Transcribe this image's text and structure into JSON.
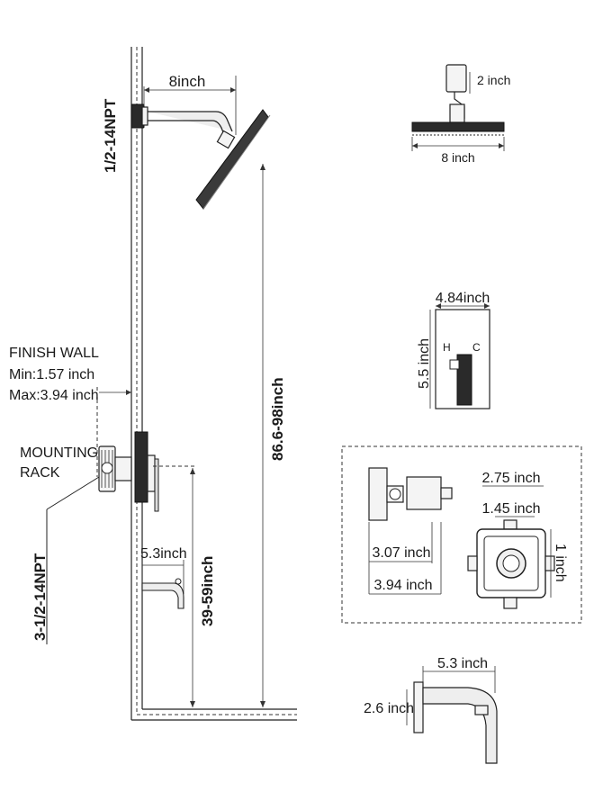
{
  "labels": {
    "inlet_top": "1/2-14NPT",
    "arm_length": "8inch",
    "finish_wall_title": "FINISH WALL",
    "finish_wall_min": "Min:1.57 inch",
    "finish_wall_max": "Max:3.94 inch",
    "mounting_rack_1": "MOUNTING",
    "mounting_rack_2": "RACK",
    "inlet_bottom": "3-1/2-14NPT",
    "spout_reach": "5.3inch",
    "valve_height": "39-59inch",
    "head_height": "86.6-98inch"
  },
  "shower_head": {
    "height": "2 inch",
    "width": "8 inch"
  },
  "trim_plate": {
    "width": "4.84inch",
    "height": "5.5 inch",
    "hot": "H",
    "cold": "C",
    "hot_color": "#e02020",
    "cold_color": "#20a0e0"
  },
  "valve_body": {
    "len_short": "3.07 inch",
    "len_long": "3.94 inch",
    "rack_width": "2.75 inch",
    "rack_inner": "1.45 inch",
    "rack_depth": "1 inch"
  },
  "tub_spout": {
    "length": "5.3 inch",
    "height": "2.6 inch"
  }
}
